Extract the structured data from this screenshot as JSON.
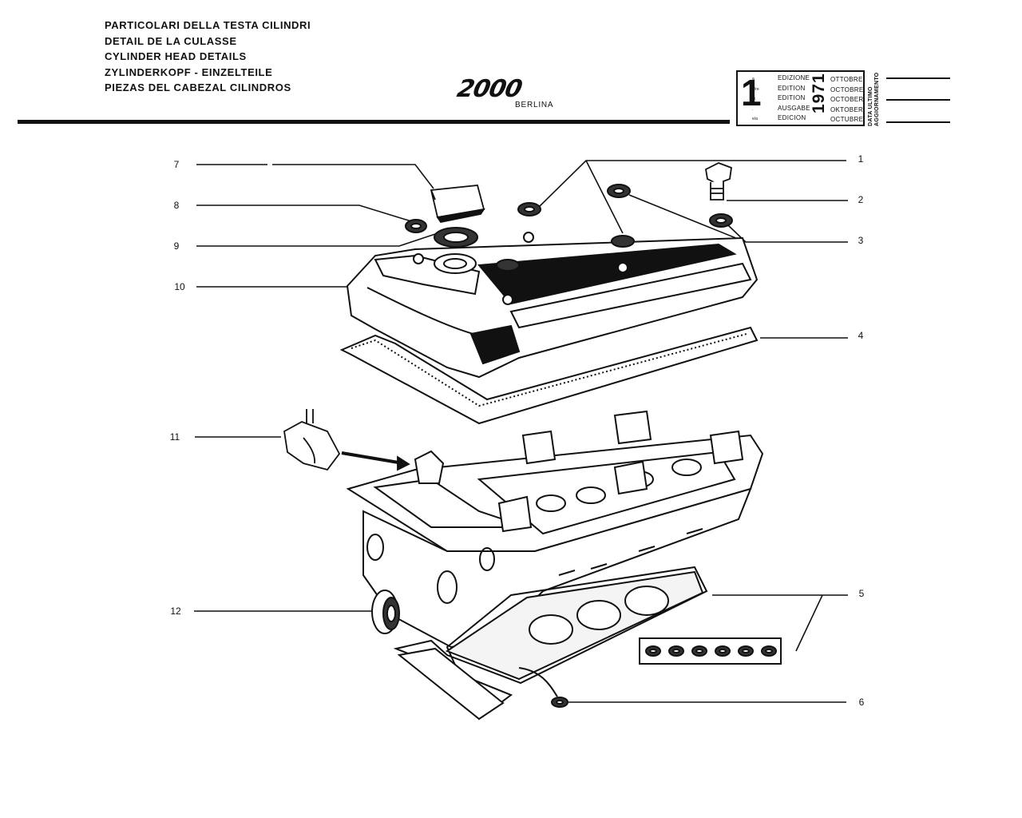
{
  "titles": [
    "PARTICOLARI DELLA TESTA CILINDRI",
    "DETAIL DE LA CULASSE",
    "CYLINDER HEAD DETAILS",
    "ZYLINDERKOPF - EINZELTEILE",
    "PIEZAS DEL CABEZAL CILINDROS"
  ],
  "model": {
    "logo": "2000",
    "subtitle": "BERLINA"
  },
  "edition": {
    "number": "1",
    "abbrevs": [
      "a",
      "e/re",
      "st",
      ".",
      "e/a"
    ],
    "words": [
      "EDIZIONE",
      "EDITION",
      "EDITION",
      "AUSGABE",
      "EDICION"
    ],
    "months": [
      "OTTOBRE",
      "OCTOBRE",
      "OCTOBER",
      "OKTOBER",
      "OCTUBRE"
    ],
    "year": "1971"
  },
  "update_label": [
    "DATA ULTIMO",
    "AGGIORNAMENTO"
  ],
  "callouts": {
    "left": [
      "7",
      "8",
      "9",
      "10",
      "11",
      "12"
    ],
    "right": [
      "1",
      "2",
      "3",
      "4",
      "5",
      "6"
    ]
  }
}
